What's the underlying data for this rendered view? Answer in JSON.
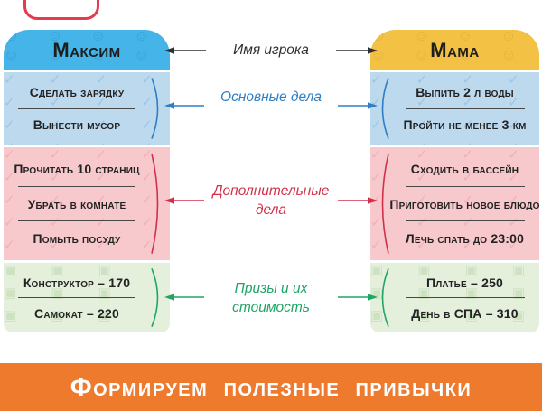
{
  "banner": {
    "text": "Формируем полезные привычки"
  },
  "center_labels": {
    "player_name": "Имя игрока",
    "main_tasks": "Основные дела",
    "extra_tasks": "Дополнительные дела",
    "prizes": "Призы и их стоимость"
  },
  "cards": [
    {
      "name": "Максим",
      "main_tasks": [
        "Сделать зарядку",
        "Вынести мусор"
      ],
      "extra_tasks": [
        "Прочитать 10 страниц",
        "Убрать в комнате",
        "Помыть посуду"
      ],
      "prizes": [
        "Конструктор – 170",
        "Самокат – 220"
      ]
    },
    {
      "name": "Мама",
      "main_tasks": [
        "Выпить 2 л воды",
        "Пройти не менее 3 км"
      ],
      "extra_tasks": [
        "Сходить в бассейн",
        "Приготовить новое блюдо",
        "Лечь спать до 23:00"
      ],
      "prizes": [
        "Платье – 250",
        "День в СПА – 310"
      ]
    }
  ],
  "icons": {
    "faces_pattern": "☺",
    "check_pattern": "✓",
    "gift_pattern": "▣"
  },
  "colors": {
    "header_blue": "#45b4e8",
    "header_yellow": "#f3c245",
    "section_main_blue": "#bdd9ee",
    "section_extra_pink": "#f7c9cd",
    "section_prizes_green": "#e4efdc",
    "banner_orange": "#ee7a2e",
    "accent_main": "#2e7ec5",
    "accent_extra": "#d23049",
    "accent_prizes": "#1fa566",
    "decor_red": "#e63a4d"
  }
}
